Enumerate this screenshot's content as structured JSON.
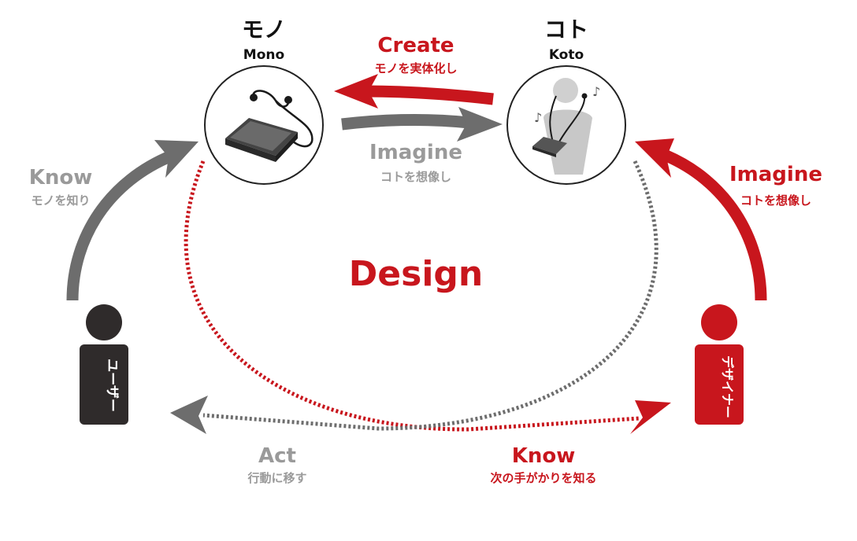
{
  "colors": {
    "red": "#c8161d",
    "gray": "#6d6d6d",
    "lightgray": "#9a9a9a",
    "dark": "#2f2b2b",
    "black": "#111111"
  },
  "nodes": {
    "mono": {
      "ja": "モノ",
      "en": "Mono",
      "icon": "music-player-icon"
    },
    "koto": {
      "ja": "コト",
      "en": "Koto",
      "icon": "person-listening-icon"
    },
    "user": {
      "label": "ユーザー",
      "icon": "person-icon"
    },
    "designer": {
      "label": "デザイナー",
      "icon": "person-icon"
    }
  },
  "center": {
    "label": "Design"
  },
  "relations": {
    "create": {
      "en": "Create",
      "ja": "モノを実体化し"
    },
    "imagine_top": {
      "en": "Imagine",
      "ja": "コトを想像し"
    },
    "imagine_right": {
      "en": "Imagine",
      "ja": "コトを想像し"
    },
    "know_left": {
      "en": "Know",
      "ja": "モノを知り"
    },
    "act": {
      "en": "Act",
      "ja": "行動に移す"
    },
    "know_bottom": {
      "en": "Know",
      "ja": "次の手がかりを知る"
    }
  }
}
